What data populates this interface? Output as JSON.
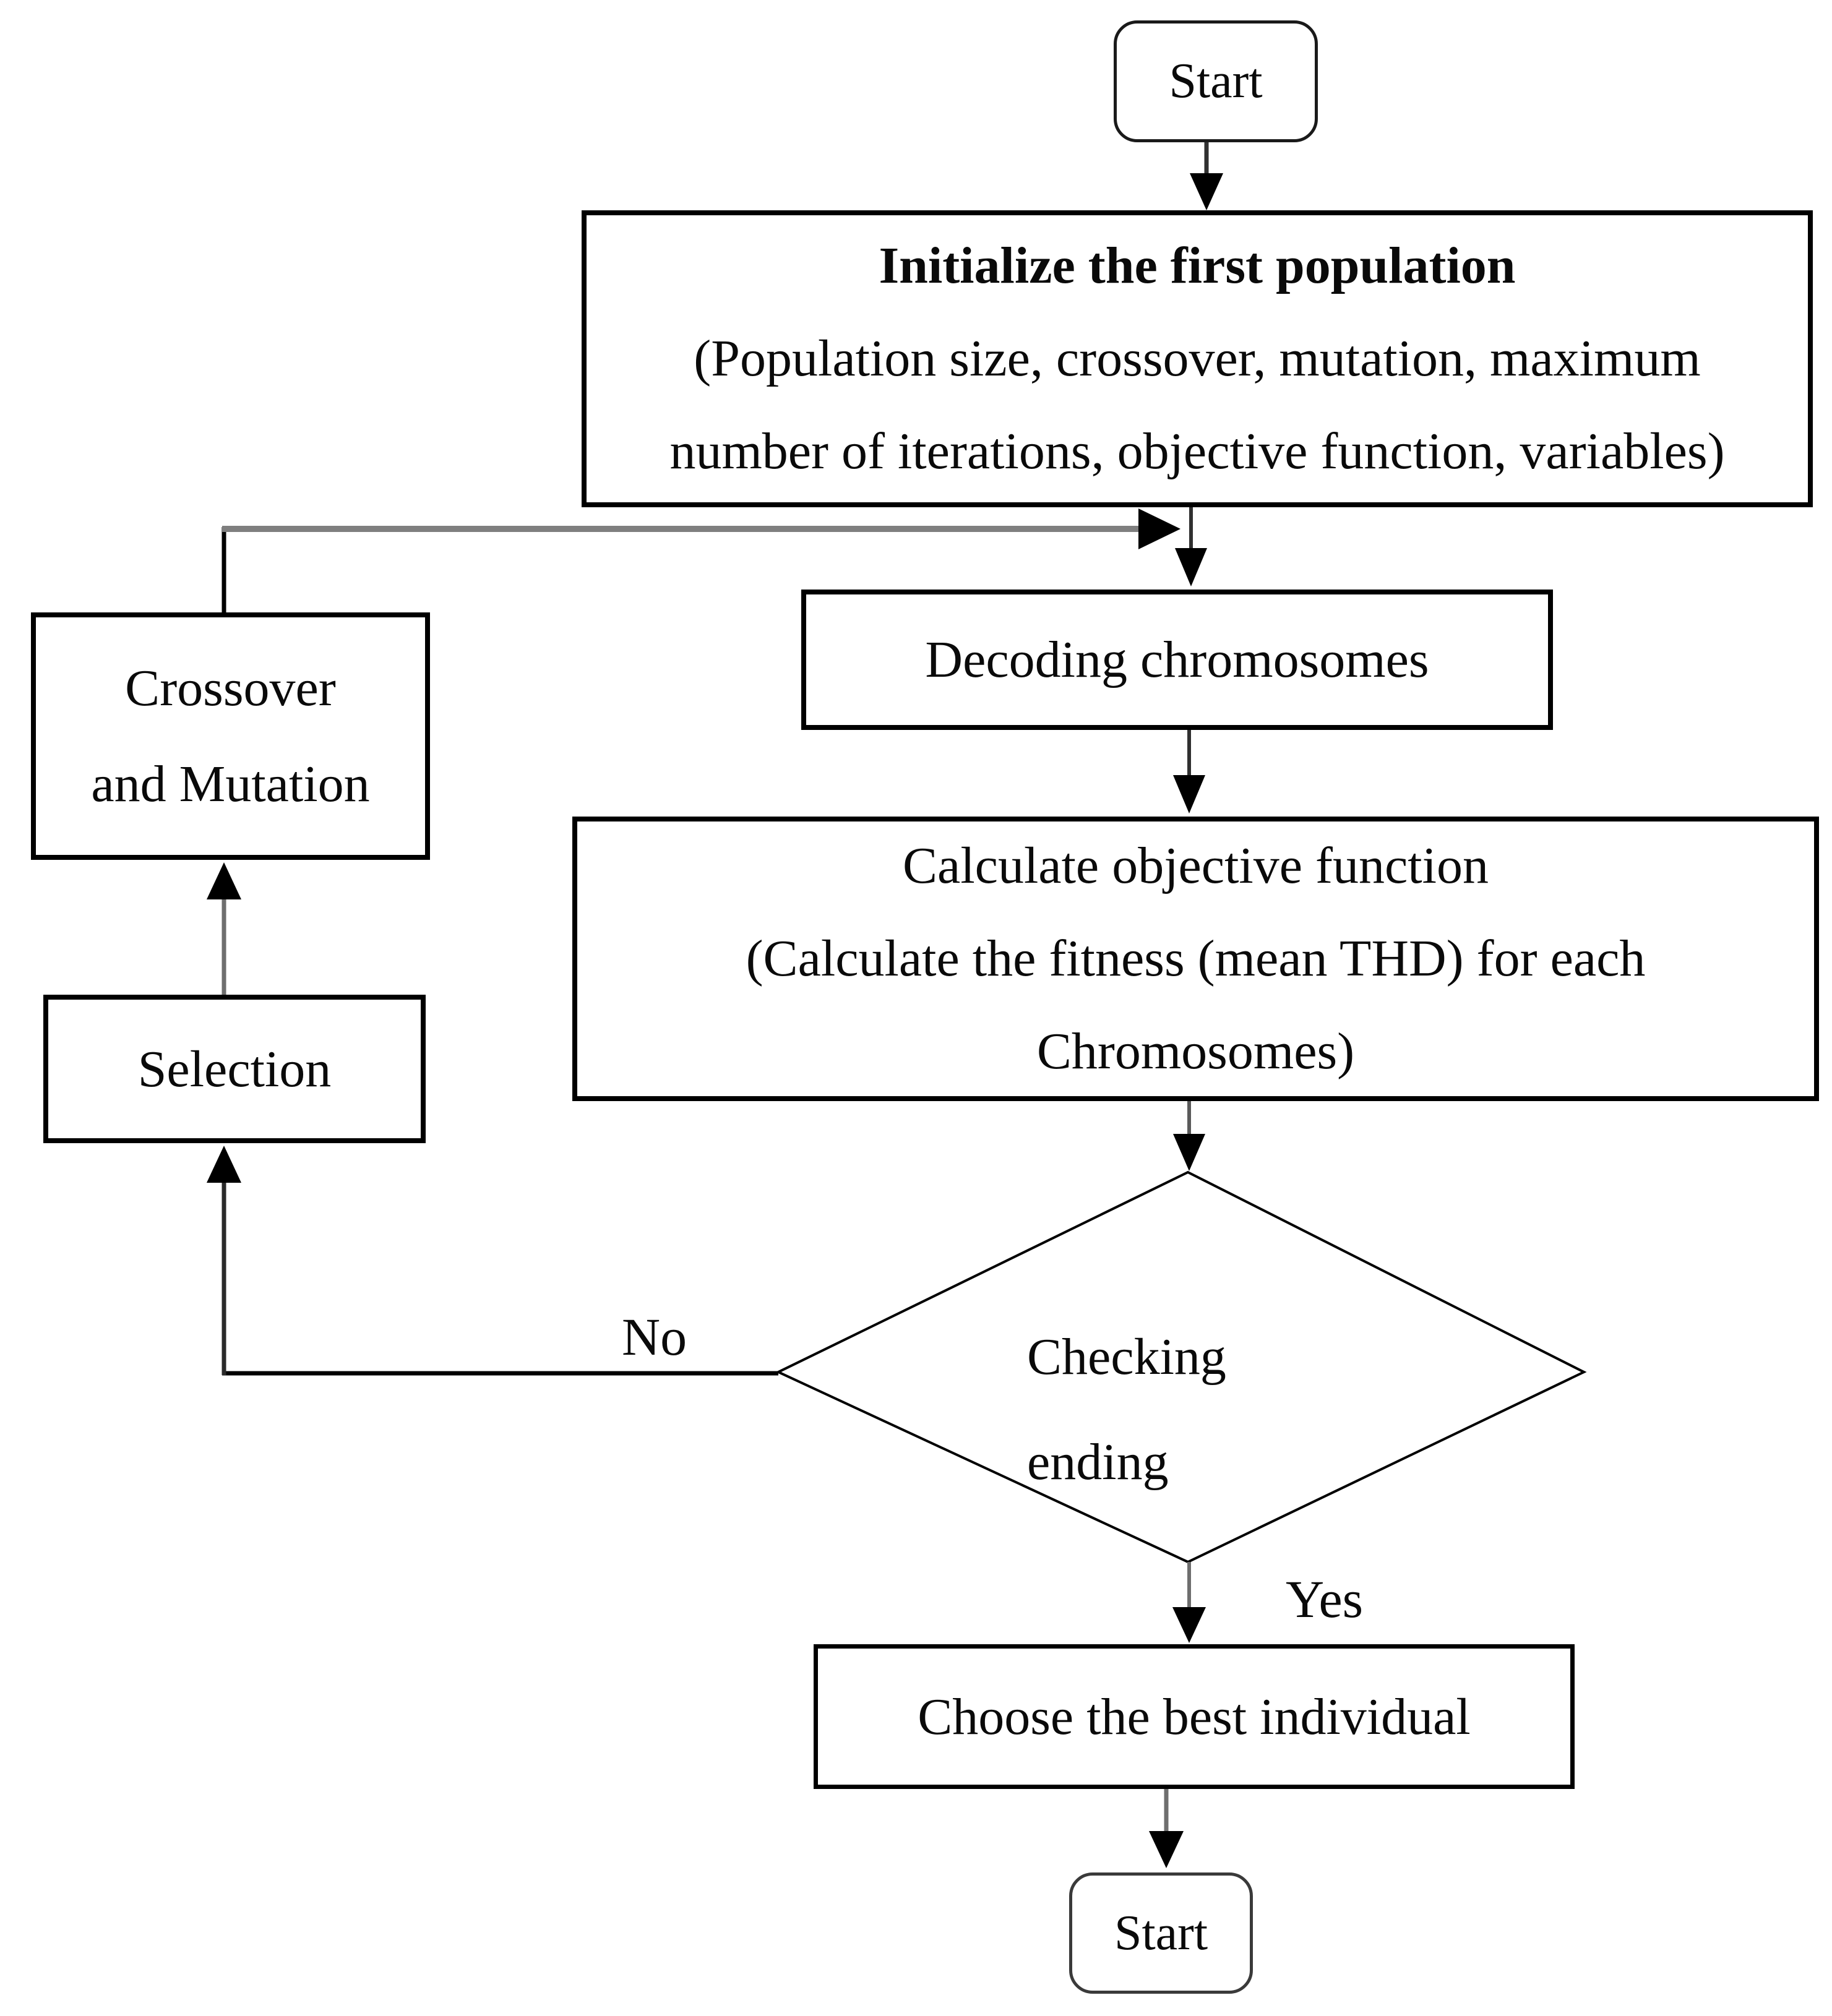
{
  "figure": {
    "type": "flowchart",
    "title": "Genetic algorithm flowchart",
    "background_color": "#ffffff",
    "line_color": "#000000",
    "connector_gray": "#7f7f7f",
    "text_color": "#0a0a0a"
  },
  "nodes": {
    "start_top": {
      "shape": "rounded-terminal",
      "label": "Start"
    },
    "initialize": {
      "shape": "rect",
      "lines": [
        "Initialize the first population",
        "(Population size, crossover, mutation, maximum",
        "number of iterations, objective function, variables)"
      ]
    },
    "decoding": {
      "shape": "rect",
      "label": "Decoding chromosomes"
    },
    "calculate": {
      "shape": "rect",
      "lines": [
        "Calculate objective function",
        "(Calculate the fitness (mean THD) for each",
        "Chromosomes)"
      ]
    },
    "checking": {
      "shape": "diamond",
      "lines": [
        "Checking",
        "ending"
      ]
    },
    "choose": {
      "shape": "rect",
      "label": "Choose the best individual"
    },
    "start_bottom": {
      "shape": "rounded-terminal",
      "label": "Start"
    },
    "crossover": {
      "shape": "rect",
      "lines": [
        "Crossover",
        "and Mutation"
      ]
    },
    "selection": {
      "shape": "rect",
      "label": "Selection"
    }
  },
  "edges": {
    "no_label": "No",
    "yes_label": "Yes"
  }
}
